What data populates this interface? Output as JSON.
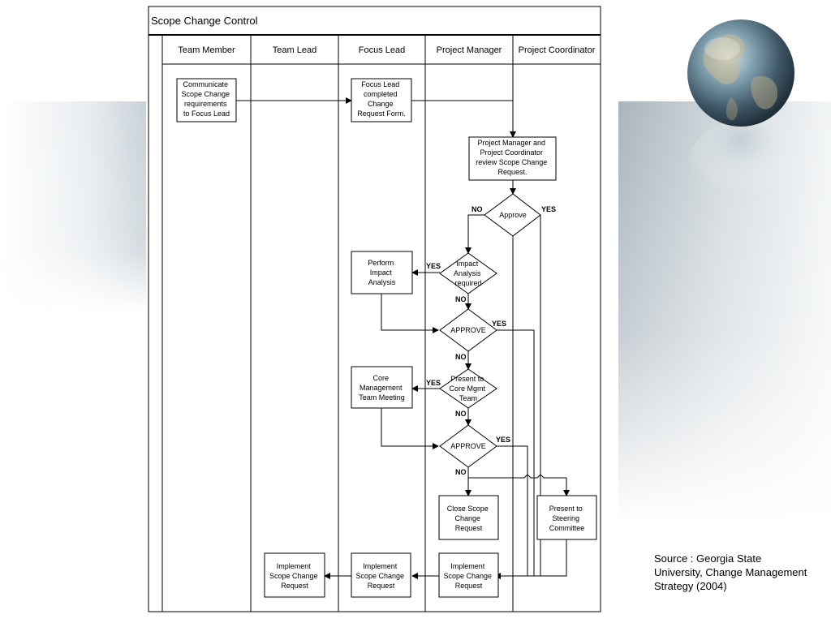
{
  "title": "Scope Change Control",
  "lanes": [
    "Team Member",
    "Team Lead",
    "Focus Lead",
    "Project Manager",
    "Project Coordinator"
  ],
  "boxes": {
    "communicate": [
      "Communicate",
      "Scope Change",
      "requirements",
      "to Focus Lead"
    ],
    "focus_form": [
      "Focus Lead",
      "completed",
      "Change",
      "Request Form."
    ],
    "review": [
      "Project Manager and",
      "Project Coordinator",
      "review Scope Change",
      "Request."
    ],
    "impact_analysis": [
      "Perform",
      "Impact",
      "Analysis"
    ],
    "core_meeting": [
      "Core",
      "Management",
      "Team Meeting"
    ],
    "close": [
      "Close Scope",
      "Change",
      "Request"
    ],
    "steering": [
      "Present to",
      "Steering",
      "Committee"
    ],
    "implement_pm": [
      "Implement",
      "Scope Change",
      "Request"
    ],
    "implement_fl": [
      "Implement",
      "Scope Change",
      "Request"
    ],
    "implement_tm": [
      "Implement",
      "Scope Change",
      "Request"
    ]
  },
  "decisions": {
    "approve1": [
      "Approve"
    ],
    "impact_required": [
      "Impact",
      "Analysis",
      "required"
    ],
    "approve2": [
      "APPROVE"
    ],
    "present_core": [
      "Present to",
      "Core Mgmt",
      "Team"
    ],
    "approve3": [
      "APPROVE"
    ]
  },
  "labels": {
    "yes": "YES",
    "no": "NO"
  },
  "source": "Source : Georgia State University, Change Management Strategy (2004)"
}
